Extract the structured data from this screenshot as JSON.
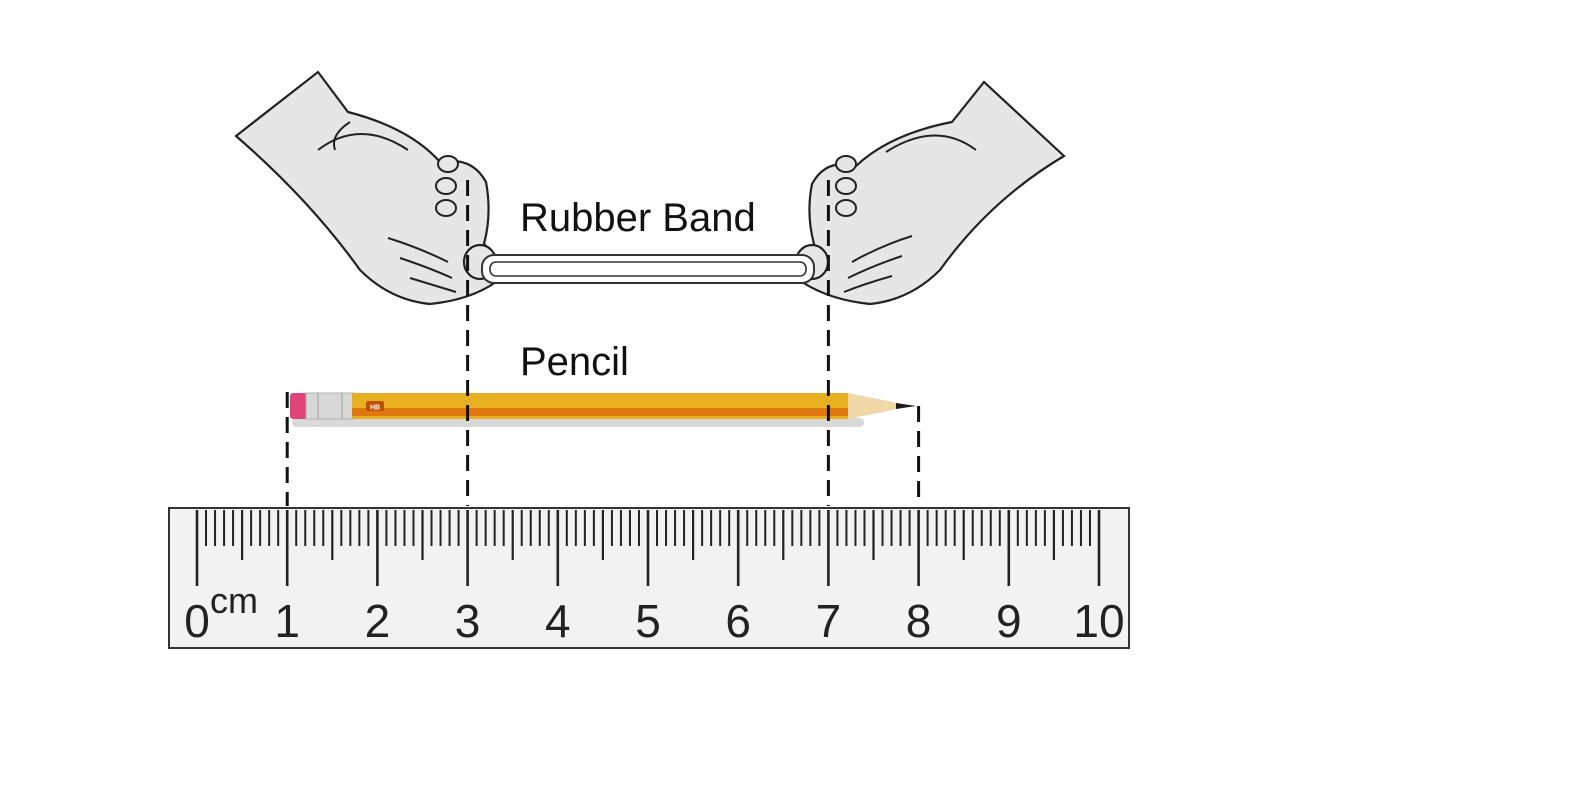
{
  "labels": {
    "rubber_band": "Rubber Band",
    "pencil": "Pencil",
    "unit": "cm",
    "pencil_grade": "HB"
  },
  "ruler": {
    "min_cm": 0,
    "max_cm": 10,
    "tick_labels": [
      "0",
      "1",
      "2",
      "3",
      "4",
      "5",
      "6",
      "7",
      "8",
      "9",
      "10"
    ]
  },
  "measurements": {
    "pencil_start_cm": 1,
    "pencil_end_cm": 8,
    "rubber_band_start_cm": 3,
    "rubber_band_end_cm": 7
  },
  "colors": {
    "pencil_body": "#e8b020",
    "pencil_stripe": "#e07810",
    "eraser": "#e0457a",
    "ferrule": "#d8d8d8",
    "hand_fill": "#e6e6e6",
    "ruler_fill": "#f2f2f2"
  }
}
